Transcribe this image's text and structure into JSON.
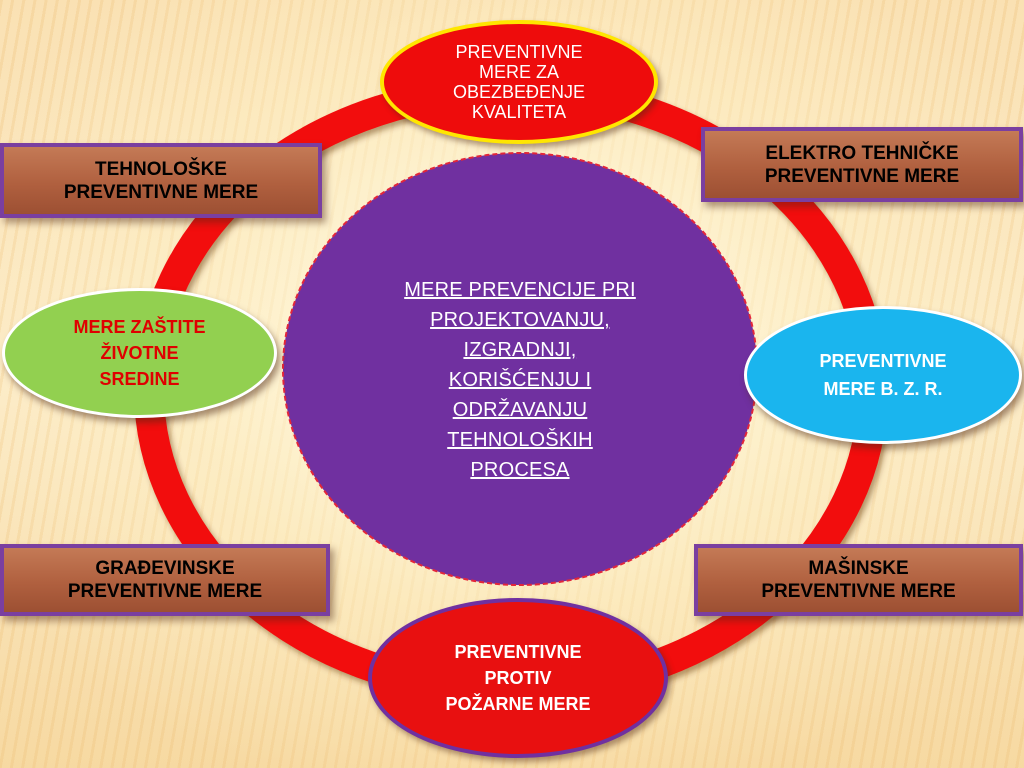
{
  "center": {
    "lines": [
      "MERE PREVENCIJE  PRI",
      "PROJEKTOVANJU,",
      "IZGRADNJI,",
      "KORIŠĆENJU  I",
      "ODRŽAVANJU",
      "TEHNOLOŠKIH",
      "PROCESA"
    ]
  },
  "top": {
    "lines": [
      "PREVENTIVNE",
      "MERE ZA",
      "OBEZBEĐENJE",
      "KVALITETA"
    ]
  },
  "bottom": {
    "lines": [
      "PREVENTIVNE",
      "PROTIV",
      "POŽARNE MERE"
    ]
  },
  "left_ellipse": {
    "lines": [
      "MERE ZAŠTITE",
      "ŽIVOTNE",
      "SREDINE"
    ]
  },
  "right_ellipse": {
    "lines": [
      "PREVENTIVNE",
      "MERE B. Z. R."
    ]
  },
  "boxes": {
    "top_left": {
      "lines": [
        "TEHNOLOŠKE",
        "PREVENTIVNE MERE"
      ]
    },
    "top_right": {
      "lines": [
        "ELEKTRO TEHNIČKE",
        "PREVENTIVNE MERE"
      ]
    },
    "bottom_left": {
      "lines": [
        "GRAĐEVINSKE",
        "PREVENTIVNE MERE"
      ]
    },
    "bottom_right": {
      "lines": [
        "MAŠINSKE",
        "PREVENTIVNE MERE"
      ]
    }
  },
  "colors": {
    "ring": "#f20d0d",
    "center_fill": "#7030a0",
    "top_fill": "#ee0c0c",
    "top_border": "#ffe600",
    "bottom_fill": "#e81010",
    "bottom_border": "#7030a0",
    "left_fill": "#92d050",
    "left_text": "#e00000",
    "right_fill": "#1ab5ee",
    "box_fill": "#b0603f",
    "box_border": "#7030a0"
  }
}
